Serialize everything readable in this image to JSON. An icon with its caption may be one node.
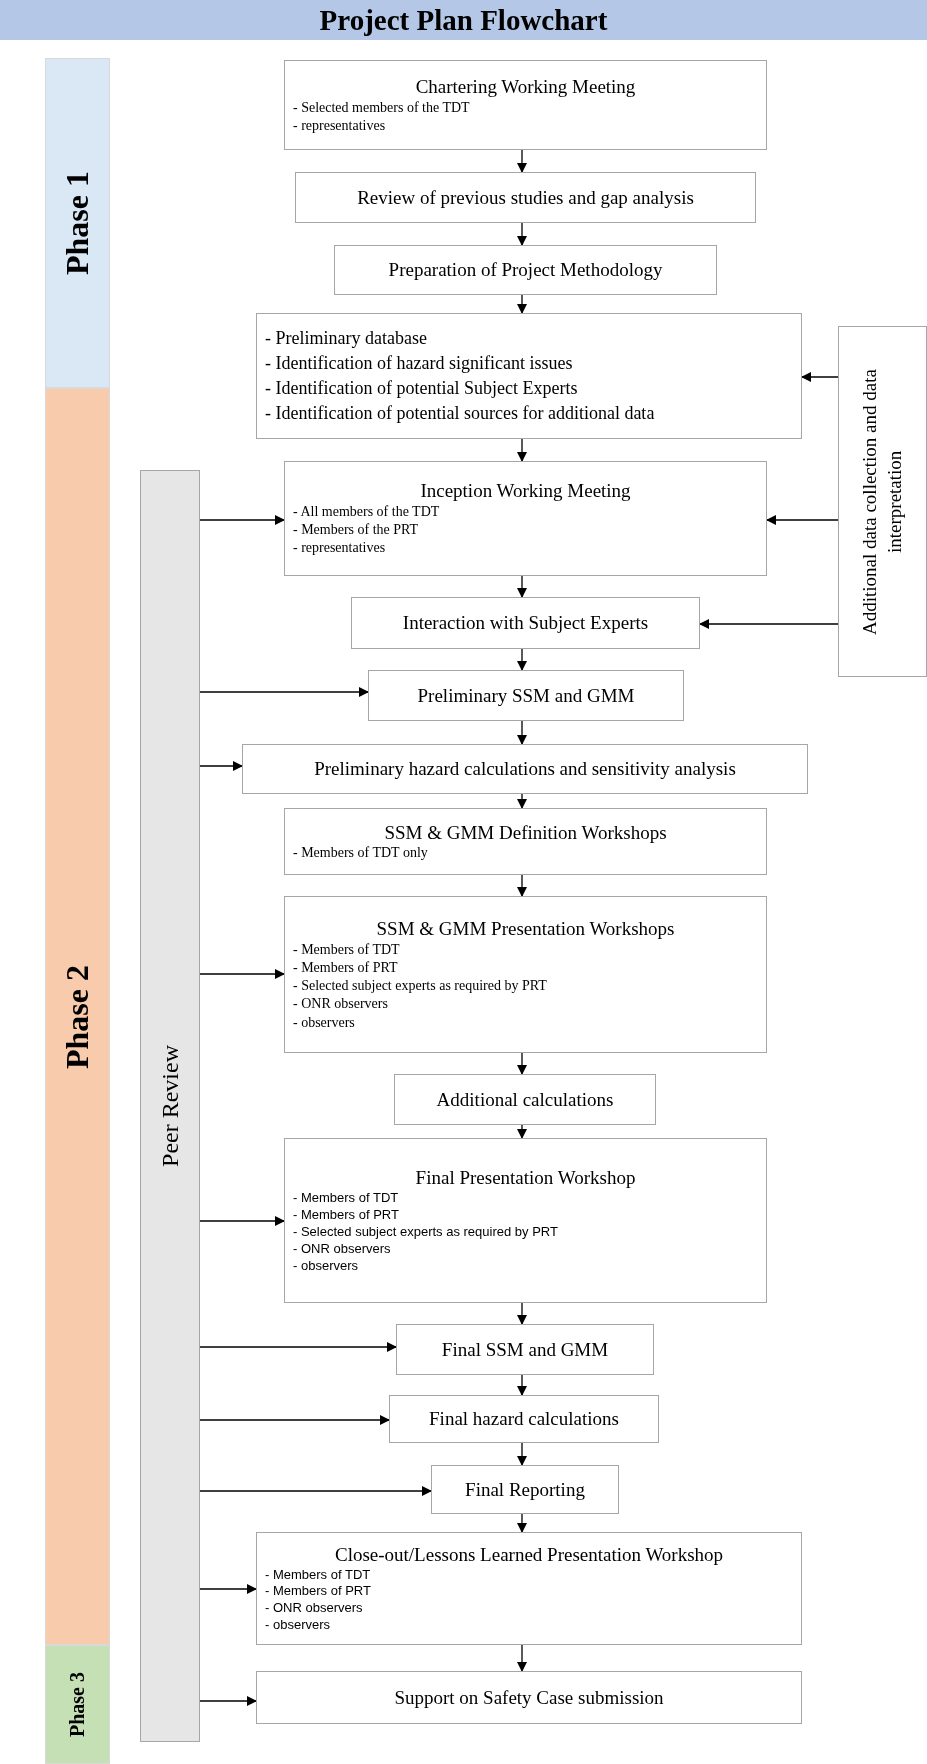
{
  "diagram": {
    "title": "Project Plan Flowchart",
    "nodes": [
      {
        "text": [
          "Phase 1"
        ]
      },
      {
        "text": [
          "Phase 2"
        ]
      },
      {
        "text": [
          "Phase 3"
        ]
      },
      {
        "text": [
          "Peer Review"
        ]
      },
      {
        "text": [
          "Chartering Working Meeting",
          "- Selected members of the TDT",
          "- representatives"
        ]
      },
      {
        "text": [
          "Review of previous studies and gap analysis"
        ]
      },
      {
        "text": [
          "Preparation of Project Methodology"
        ]
      },
      {
        "text": [
          "- Preliminary database",
          "- Identification of hazard significant issues",
          "- Identification of potential Subject Experts",
          "- Identification of potential sources for additional data"
        ]
      },
      {
        "text": [
          "Inception Working Meeting",
          "- All members of the TDT",
          "- Members of the PRT",
          "- representatives"
        ]
      },
      {
        "text": [
          "Interaction with Subject Experts"
        ]
      },
      {
        "text": [
          "Preliminary SSM and GMM"
        ]
      },
      {
        "text": [
          "Preliminary hazard calculations and sensitivity analysis"
        ]
      },
      {
        "text": [
          "SSM & GMM Definition Workshops",
          "- Members of TDT only"
        ]
      },
      {
        "text": [
          "SSM & GMM Presentation Workshops",
          "- Members of TDT",
          "- Members of PRT",
          "- Selected subject experts as required by PRT",
          "- ONR observers",
          "- observers"
        ]
      },
      {
        "text": [
          "Additional calculations"
        ]
      },
      {
        "text": [
          "Final Presentation Workshop",
          "- Members of TDT",
          "- Members of PRT",
          "- Selected subject experts as required by PRT",
          "- ONR observers",
          "- observers"
        ]
      },
      {
        "text": [
          "Final SSM and GMM"
        ]
      },
      {
        "text": [
          "Final hazard calculations"
        ]
      },
      {
        "text": [
          "Final Reporting"
        ]
      },
      {
        "text": [
          "Close-out/Lessons Learned Presentation Workshop",
          "- Members of TDT",
          "- Members of PRT",
          "- ONR observers",
          "- observers"
        ]
      },
      {
        "text": [
          "Support on Safety Case submission"
        ]
      },
      {
        "text": [
          "Additional data collection and data interpretation"
        ]
      }
    ],
    "edges": [
      {
        "from": 4,
        "to": 5,
        "arrow": "to"
      },
      {
        "from": 5,
        "to": 6,
        "arrow": "to"
      },
      {
        "from": 6,
        "to": 7,
        "arrow": "to"
      },
      {
        "from": 7,
        "to": 8,
        "arrow": "to"
      },
      {
        "from": 8,
        "to": 9,
        "arrow": "to"
      },
      {
        "from": 9,
        "to": 10,
        "arrow": "to"
      },
      {
        "from": 10,
        "to": 11,
        "arrow": "to"
      },
      {
        "from": 11,
        "to": 12,
        "arrow": "to"
      },
      {
        "from": 12,
        "to": 13,
        "arrow": "to"
      },
      {
        "from": 13,
        "to": 14,
        "arrow": "to"
      },
      {
        "from": 14,
        "to": 15,
        "arrow": "to"
      },
      {
        "from": 15,
        "to": 16,
        "arrow": "to"
      },
      {
        "from": 16,
        "to": 17,
        "arrow": "to"
      },
      {
        "from": 17,
        "to": 18,
        "arrow": "to"
      },
      {
        "from": 18,
        "to": 19,
        "arrow": "to"
      },
      {
        "from": 19,
        "to": 20,
        "arrow": "to"
      },
      {
        "from": 21,
        "to": 7,
        "arrow": "to"
      },
      {
        "from": 21,
        "to": 8,
        "arrow": "to"
      },
      {
        "from": 21,
        "to": 9,
        "arrow": "to"
      },
      {
        "from": 3,
        "to": 8,
        "arrow": "to"
      },
      {
        "from": 3,
        "to": 10,
        "arrow": "to"
      },
      {
        "from": 3,
        "to": 11,
        "arrow": "to"
      },
      {
        "from": 3,
        "to": 13,
        "arrow": "to"
      },
      {
        "from": 3,
        "to": 15,
        "arrow": "to"
      },
      {
        "from": 3,
        "to": 16,
        "arrow": "to"
      },
      {
        "from": 3,
        "to": 17,
        "arrow": "to"
      },
      {
        "from": 3,
        "to": 18,
        "arrow": "to"
      },
      {
        "from": 3,
        "to": 19,
        "arrow": "to"
      },
      {
        "from": 3,
        "to": 20,
        "arrow": "to"
      }
    ]
  }
}
